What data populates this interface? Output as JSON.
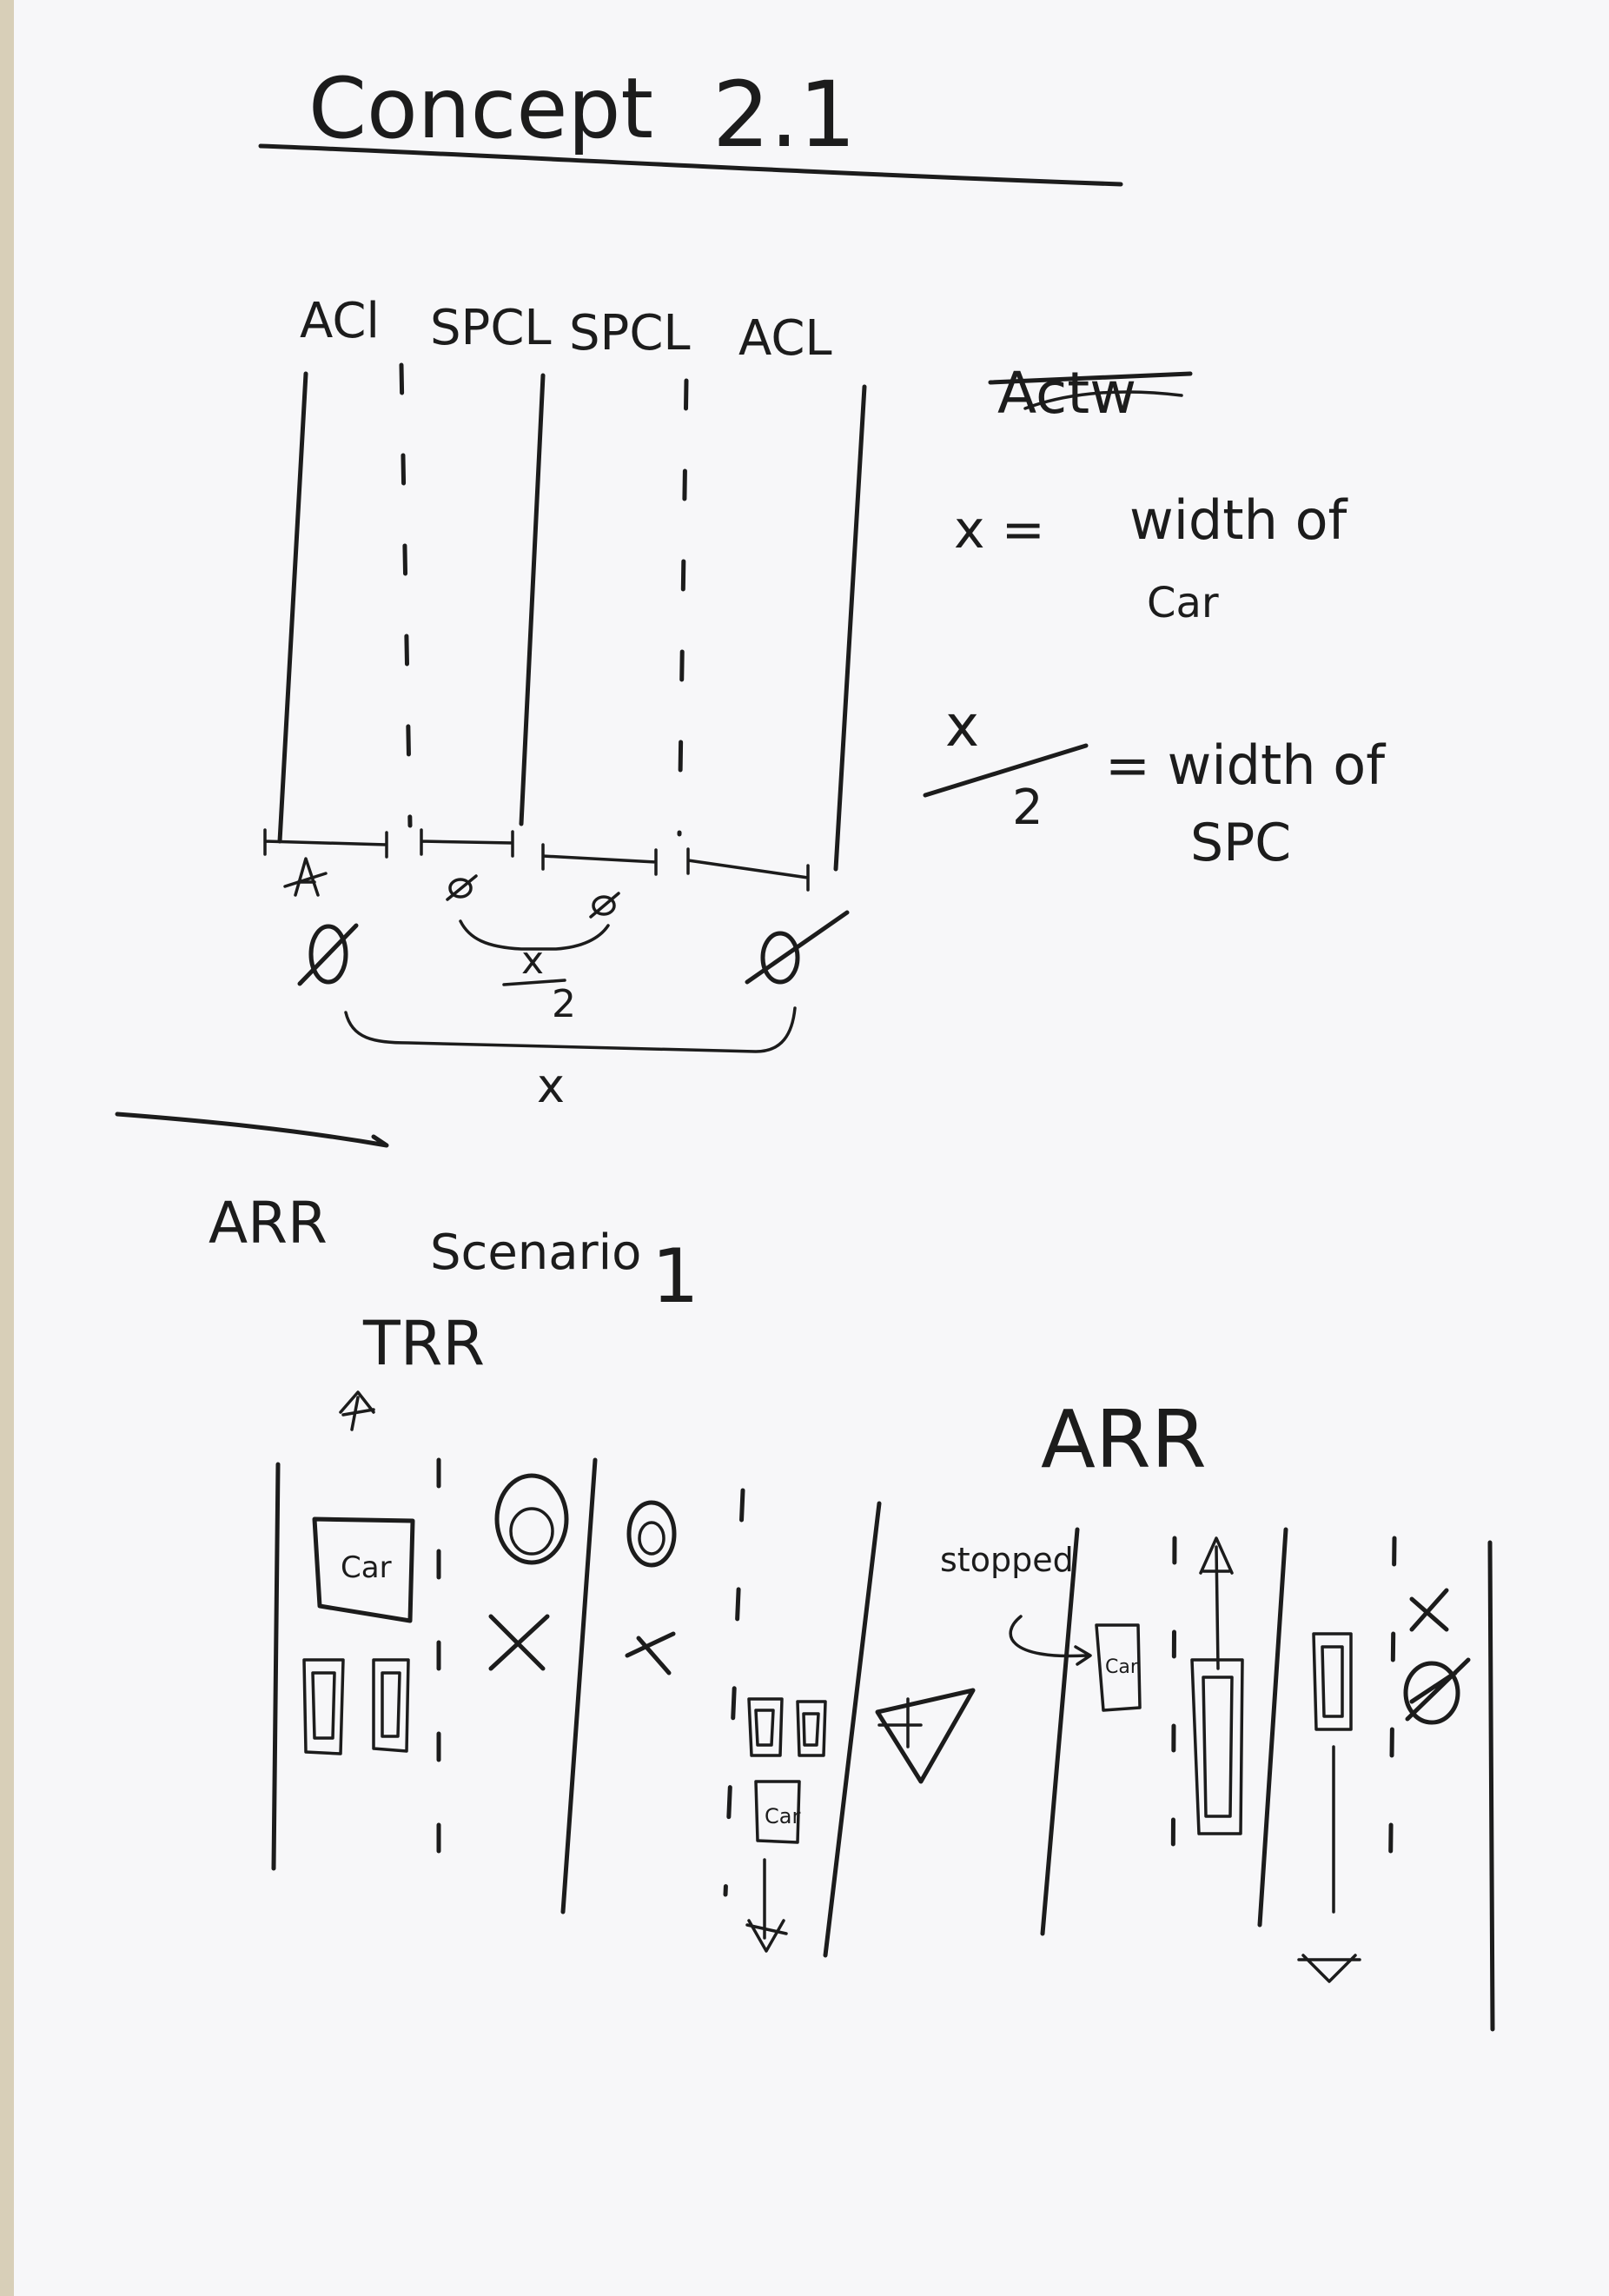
{
  "sheet": {
    "title": "Concept",
    "title_number": "2.1",
    "top_lane_labels": [
      "ACl",
      "SPCL",
      "SPCL",
      "ACL"
    ],
    "crossed_word": "Actw",
    "definitions": {
      "x_def_lhs": "x =",
      "x_def_rhs_1": "width of",
      "x_def_rhs_2": "Car",
      "half_def_num": "x",
      "half_def_den": "2",
      "half_def_rhs_1": "= width of",
      "half_def_rhs_2": "SPC"
    },
    "dimension_labels": {
      "half_num": "x",
      "half_den": "2",
      "full": "x"
    },
    "scenario": {
      "arr_left": "ARR",
      "scenario_label": "Scenario",
      "scenario_number": "1",
      "trr_label": "TRR",
      "arr_right": "ARR",
      "stopped_label": "stopped",
      "car_label": "Car",
      "x_mark": "X"
    },
    "colors": {
      "ink": "#1c1c1c",
      "paper": "#f7f7f9"
    }
  }
}
